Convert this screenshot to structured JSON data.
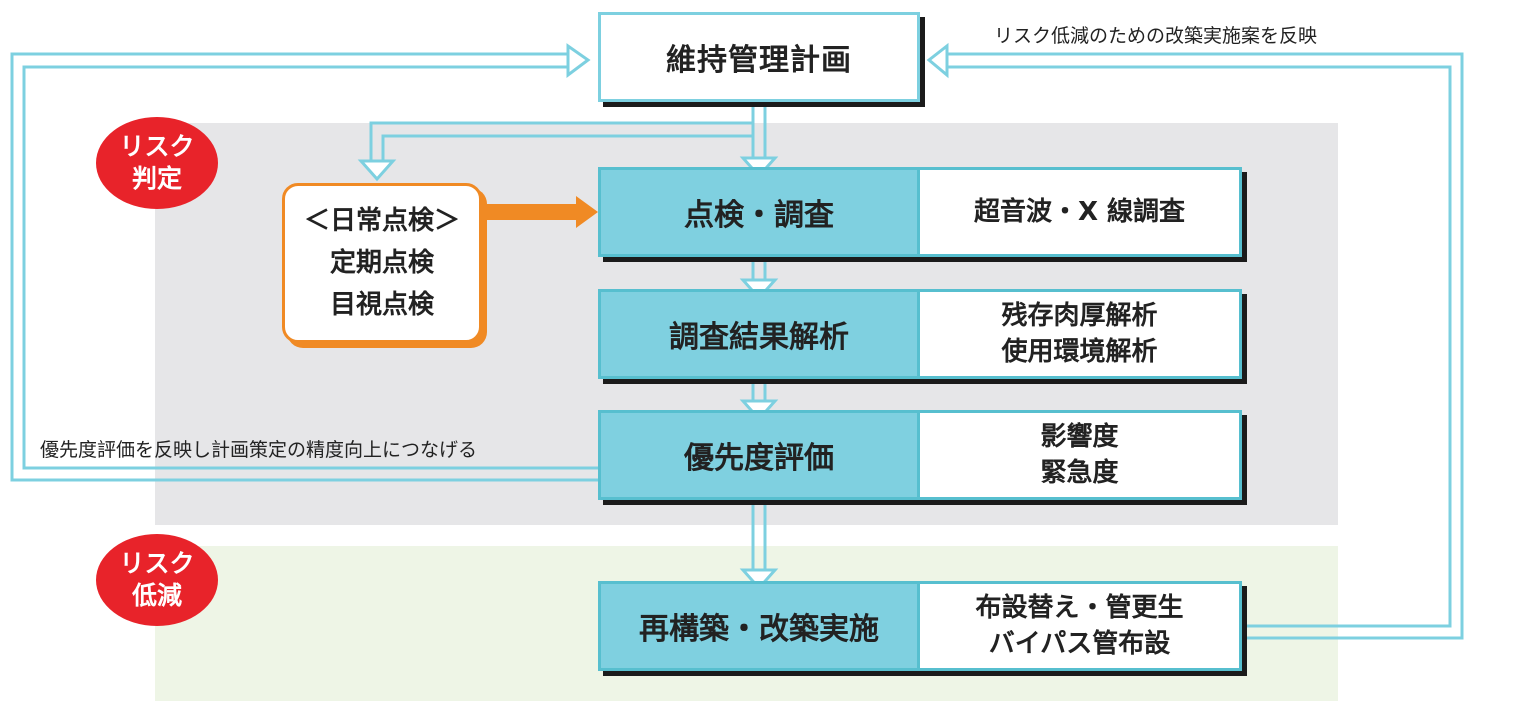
{
  "top_box": {
    "label": "維持管理計画"
  },
  "badges": {
    "risk_judgment": [
      "リスク",
      "判定"
    ],
    "risk_reduction": [
      "リスク",
      "低減"
    ]
  },
  "daily_box": {
    "lines": [
      "＜日常点検＞",
      "定期点検",
      "目視点検"
    ]
  },
  "steps": [
    {
      "label": "点検・調査",
      "details": [
        "超音波・X 線調査"
      ]
    },
    {
      "label": "調査結果解析",
      "details": [
        "残存肉厚解析",
        "使用環境解析"
      ]
    },
    {
      "label": "優先度評価",
      "details": [
        "影響度",
        "緊急度"
      ]
    },
    {
      "label": "再構築・改築実施",
      "details": [
        "布設替え・管更生",
        "バイパス管布設"
      ]
    }
  ],
  "notes": {
    "feedback_right": "リスク低減のための改築実施案を反映",
    "feedback_left": "優先度評価を反映し計画策定の精度向上につなげる"
  },
  "colors": {
    "step_fill": "#7fd0e0",
    "outline": "#57bfcf",
    "arrow": "#7dd0e0",
    "orange": "#f08a24",
    "badge": "#e8232a",
    "zone_judge": "#e6e6e8",
    "zone_reduce": "#eef5e6"
  }
}
